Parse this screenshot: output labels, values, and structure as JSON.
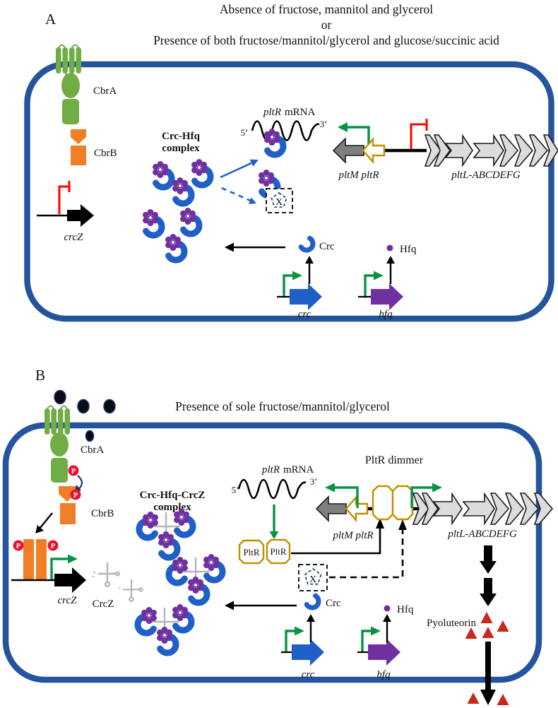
{
  "colors": {
    "membrane": "#24549C",
    "green": "#70AD47",
    "orange": "#F07E26",
    "blue": "#1E5FC8",
    "purple": "#7030A0",
    "phos": "#E8112D",
    "inhibit": "#FF0000",
    "tri": "#C9281C",
    "promoter": "#069442",
    "genegray": "#DCDCDC",
    "genedark": "#7F7F7F",
    "olive": "#BF9000"
  },
  "panel_a": {
    "panel_label": "A",
    "title_lines": [
      "Absence of fructose, mannitol and glycerol",
      "or",
      "Presence of both fructose/mannitol/glycerol and glucose/succinic acid"
    ],
    "labels": {
      "cbra": "CbrA",
      "cbrb": "CbrB",
      "crcz_gene": "crcZ",
      "complex_line1": "Crc-Hfq",
      "complex_line2": "complex",
      "mrna_gene": "pltR",
      "mrna_suffix": "mRNA",
      "five_prime": "5’",
      "three_prime": "3’",
      "unknown_factor": "X",
      "pltm_pltr": "pltM pltR",
      "pltl_operon": "pltL-ABCDEFG",
      "crc_protein": "Crc",
      "hfq_protein": "Hfq",
      "crc_gene": "crc",
      "hfq_gene": "hfq"
    }
  },
  "panel_b": {
    "panel_label": "B",
    "title": "Presence of sole fructose/mannitol/glycerol",
    "labels": {
      "cbra": "CbrA",
      "cbrb": "CbrB",
      "phosphate": "P",
      "crcz_gene": "crcZ",
      "crcz_rna": "CrcZ",
      "complex_line1": "Crc-Hfq-CrcZ",
      "complex_line2": "complex",
      "mrna_gene": "pltR",
      "mrna_suffix": "mRNA",
      "five_prime": "5’",
      "three_prime": "3’",
      "pltr_dimer": "PltR dimmer",
      "pltr_protein": "PltR",
      "unknown_factor": "X",
      "pltm_pltr": "pltM pltR",
      "pltl_operon": "pltL-ABCDEFG",
      "crc_protein": "Crc",
      "hfq_protein": "Hfq",
      "crc_gene": "crc",
      "hfq_gene": "hfq",
      "pyoluteorin": "Pyoluteorin"
    }
  }
}
